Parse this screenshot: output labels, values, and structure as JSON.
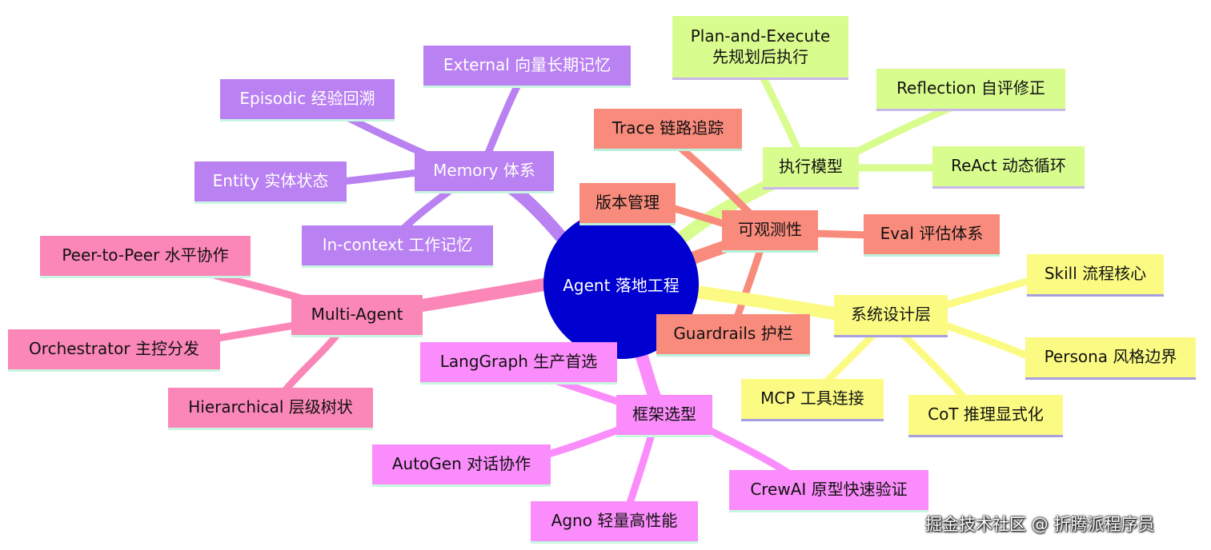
{
  "center": "Agent 落地工程",
  "colors": {
    "center": "#0000d0",
    "memory": "#b981f1",
    "execution": "#d9fc8e",
    "observability": "#f98b7c",
    "system_design": "#fbfb83",
    "multi_agent": "#fb86b8",
    "framework": "#fb8cfb"
  },
  "branches": {
    "memory": {
      "label": "Memory 体系",
      "items": [
        "External 向量长期记忆",
        "Episodic 经验回溯",
        "Entity 实体状态",
        "In-context 工作记忆"
      ]
    },
    "execution": {
      "label": "执行模型",
      "items": [
        "Plan-and-Execute\n先规划后执行",
        "Reflection 自评修正",
        "ReAct 动态循环"
      ]
    },
    "observability": {
      "label": "可观测性",
      "items": [
        "Trace 链路追踪",
        "版本管理",
        "Eval 评估体系",
        "Guardrails 护栏"
      ]
    },
    "system_design": {
      "label": "系统设计层",
      "items": [
        "Skill 流程核心",
        "Persona 风格边界",
        "CoT 推理显式化",
        "MCP 工具连接"
      ]
    },
    "multi_agent": {
      "label": "Multi-Agent",
      "items": [
        "Peer-to-Peer 水平协作",
        "Orchestrator 主控分发",
        "Hierarchical 层级树状"
      ]
    },
    "framework": {
      "label": "框架选型",
      "items": [
        "LangGraph 生产首选",
        "AutoGen 对话协作",
        "Agno 轻量高性能",
        "CrewAI 原型快速验证"
      ]
    }
  },
  "watermark": "掘金技术社区 @ 折腾派程序员"
}
